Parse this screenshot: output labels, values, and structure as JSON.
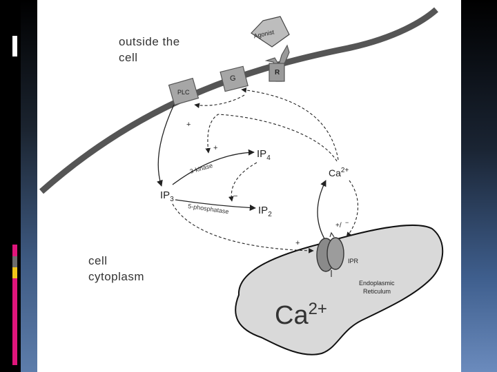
{
  "labels": {
    "outside_line1": "outside the",
    "outside_line2": "cell",
    "cyto_line1": "cell",
    "cyto_line2": "cytoplasm",
    "agonist": "Agonist",
    "plc": "PLC",
    "g": "G",
    "r": "R",
    "ip4_base": "IP",
    "ip4_sub": "4",
    "ip3_base": "IP",
    "ip3_sub": "3",
    "ip2_base": "IP",
    "ip2_sub": "2",
    "ca_small_base": "Ca",
    "ca_small_sup": "2+",
    "kinase": "3-kinase",
    "phosphatase": "5-phosphatase",
    "ipr": "IPR",
    "er_line1": "Endoplasmic",
    "er_line2": "Reticulum",
    "ca_big_base": "Ca",
    "ca_big_sup": "2+",
    "plus": "+",
    "minus": "−",
    "plus_minus": "+/",
    "minus_small": "−"
  },
  "colors": {
    "membrane": "#555555",
    "er_fill": "#d9d9d9",
    "box_fill": "#a6a6a6",
    "accent_pink": "#e0157b",
    "accent_gray": "#6d6d6d",
    "accent_yellow": "#f0c419"
  }
}
